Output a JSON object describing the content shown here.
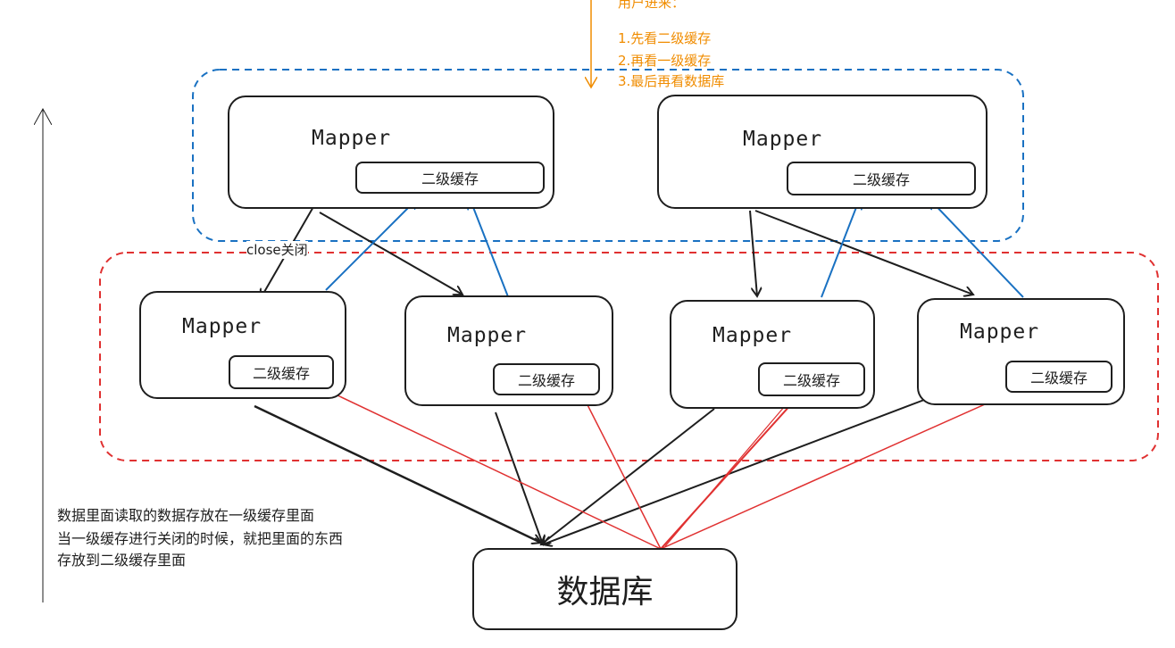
{
  "top_note": {
    "title": "用户进来：",
    "steps": [
      "1.先看二级缓存",
      "2.再看一级缓存",
      "3.最后再看数据库"
    ]
  },
  "top_mappers": [
    {
      "title": "Mapper",
      "cache": "二级缓存"
    },
    {
      "title": "Mapper",
      "cache": "二级缓存"
    }
  ],
  "bottom_mappers": [
    {
      "title": "Mapper",
      "cache": "二级缓存"
    },
    {
      "title": "Mapper",
      "cache": "二级缓存"
    },
    {
      "title": "Mapper",
      "cache": "二级缓存"
    },
    {
      "title": "Mapper",
      "cache": "二级缓存"
    }
  ],
  "close_label": "close关闭",
  "left_note": [
    "数据里面读取的数据存放在一级缓存里面",
    "当一级缓存进行关闭的时候，就把里面的东西",
    "存放到二级缓存里面"
  ],
  "database": "数据库",
  "colors": {
    "stroke": "#1e1e1e",
    "blue": "#1971c2",
    "red": "#e03131",
    "orange": "#f08c00"
  }
}
